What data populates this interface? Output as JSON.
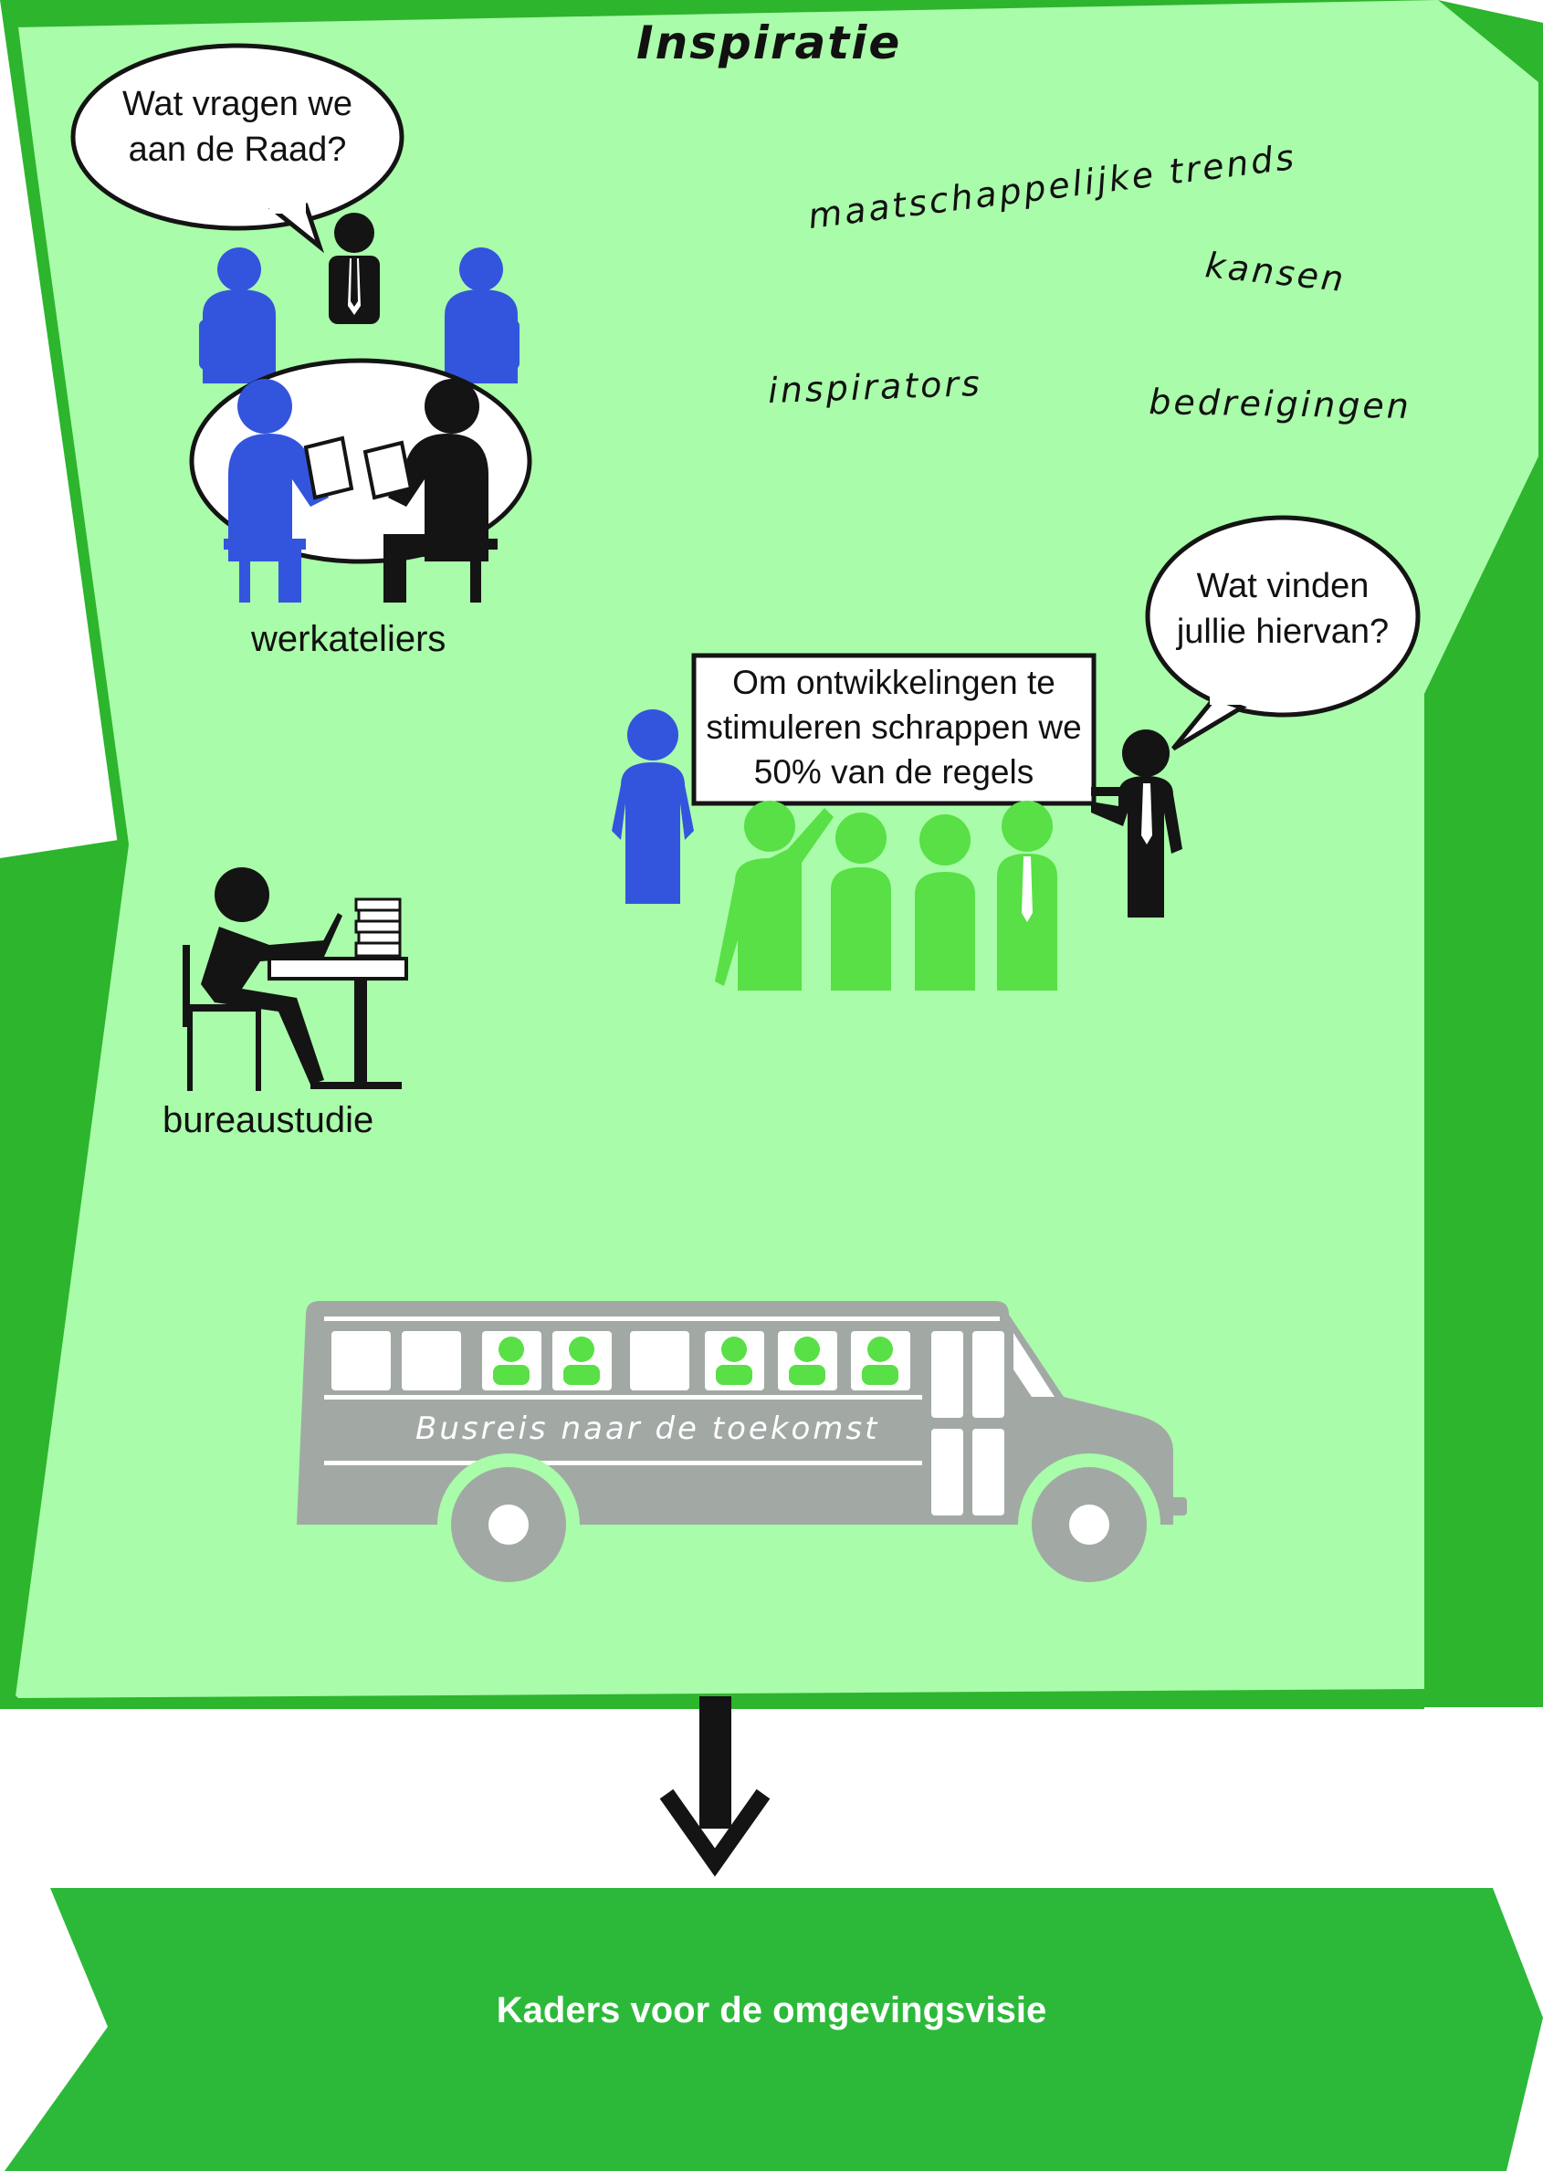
{
  "header": {
    "title": "Inspiratie"
  },
  "bubbles": {
    "raad": {
      "line1": "Wat vragen we",
      "line2": "aan de Raad?"
    },
    "vinden": {
      "line1": "Wat vinden",
      "line2": "jullie hiervan?"
    }
  },
  "words": {
    "trends": "maatschappelijke trends",
    "kansen": "kansen",
    "inspirators": "inspirators",
    "bedreigingen": "bedreigingen"
  },
  "labels": {
    "werkateliers": "werkateliers",
    "bureaustudie": "bureaustudie"
  },
  "sign": {
    "line1": "Om ontwikkelingen te",
    "line2": "stimuleren schrappen we",
    "line3": "50% van de regels"
  },
  "bus": {
    "label": "Busreis naar de toekomst"
  },
  "footer": {
    "label": "Kaders voor de omgevingsvisie"
  },
  "colors": {
    "panel": "#a9fca9",
    "panel_edge": "#2db52d",
    "banner": "#2cb93a",
    "blue": "#3355dd",
    "black": "#141414",
    "bright_green": "#58e046",
    "bus_grey": "#a2a9a5"
  }
}
